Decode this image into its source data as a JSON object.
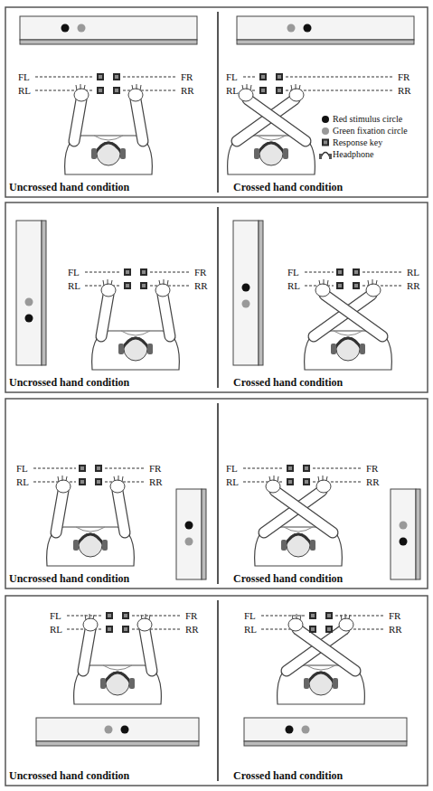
{
  "diagram": {
    "labels": [
      "FL",
      "FR",
      "RL",
      "RR",
      "Uncrossed hand condition",
      "FL",
      "FR",
      "RL",
      "RR",
      "Crossed hand condition",
      "FL",
      "FR",
      "RL",
      "RR",
      "Uncrossed hand condition",
      "FL",
      "RL",
      "RL",
      "RR",
      "Crossed hand condition",
      "FL",
      "FR",
      "RL",
      "RR",
      "Uncrossed hand condition",
      "FL",
      "FR",
      "RL",
      "RR",
      "Crossed hand condition",
      "FL",
      "FR",
      "RL",
      "RR",
      "Uncrossed hand condition",
      "FL",
      "FR",
      "RL",
      "RR",
      "Crossed hand condition"
    ],
    "legend": [
      {
        "text": "Red stimulus circle",
        "color": "#111111"
      },
      {
        "text": "Green fixation circle",
        "color": "#999999"
      },
      {
        "text": "Response key"
      },
      {
        "text": "Headphone"
      }
    ]
  }
}
